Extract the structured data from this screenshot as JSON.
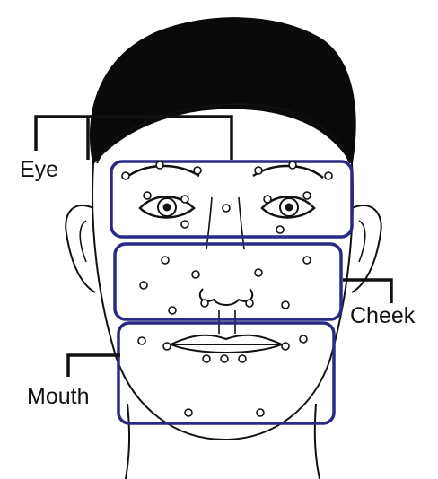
{
  "labels": {
    "eye": "Eye",
    "cheek": "Cheek",
    "mouth": "Mouth"
  },
  "colors": {
    "region_box": "#2a2a86",
    "line": "#111111",
    "hair": "#0a0a0a",
    "background": "#ffffff"
  },
  "icons": {
    "landmark_point": "small-open-circle"
  }
}
